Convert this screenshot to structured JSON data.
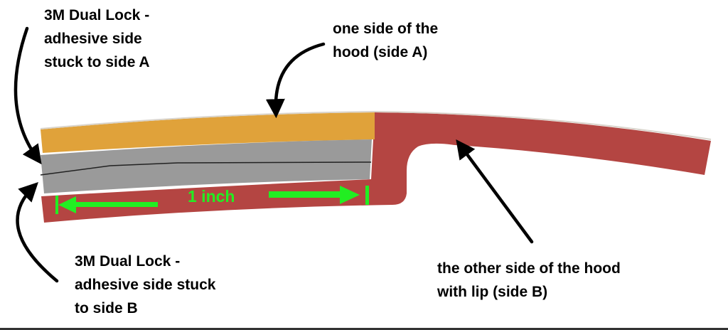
{
  "labels": {
    "top_left": [
      "3M Dual Lock -",
      "adhesive side",
      "stuck to side A"
    ],
    "bottom_left": [
      "3M Dual Lock -",
      "adhesive side stuck",
      "to side B"
    ],
    "top_right": [
      "one side of the",
      "hood (side A)"
    ],
    "bottom_right": [
      "the other side of the hood",
      "with lip (side B)"
    ],
    "measure": "1 inch"
  },
  "colors": {
    "side_a": "#E0A23A",
    "side_b": "#B44542",
    "dual_lock": "#9A9A9A",
    "measure": "#22EE22",
    "arrows": "#000000"
  }
}
